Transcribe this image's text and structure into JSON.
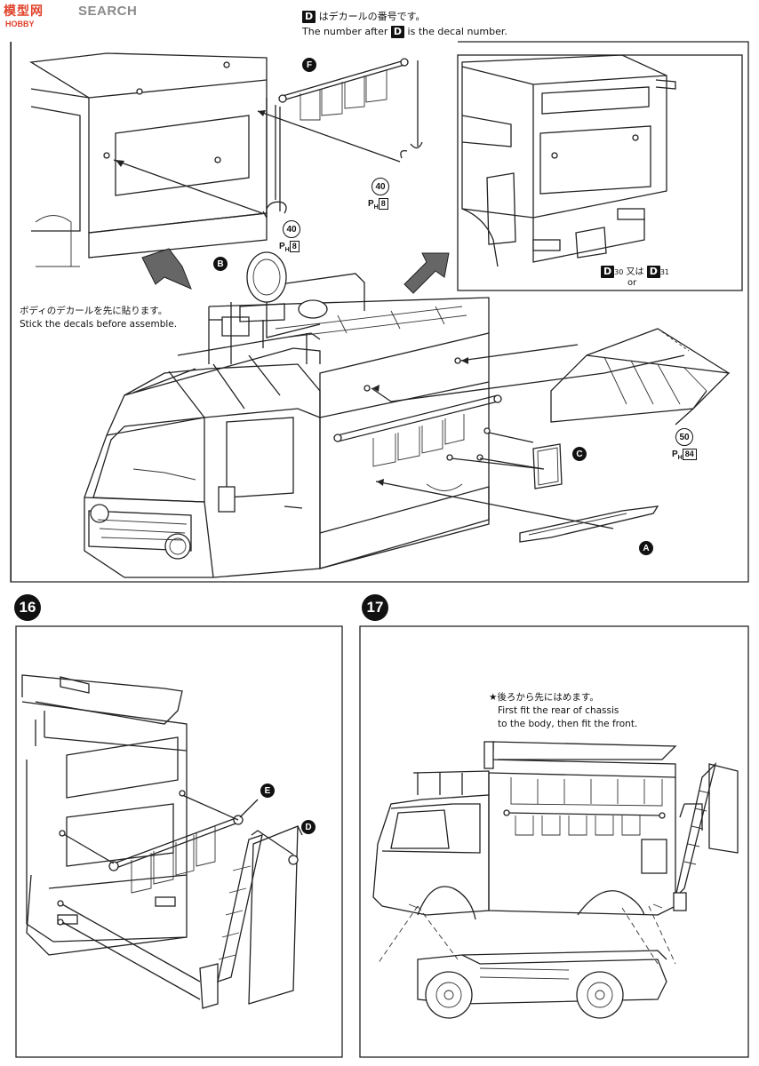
{
  "logo": {
    "brand": "模型网",
    "search": "SEARCH",
    "sub": "HOBBY"
  },
  "decal_note": {
    "ja": "はデカールの番号です。",
    "en_before": "The number after",
    "en_after": "is the decal number.",
    "badge": "D"
  },
  "main_panel": {
    "note_ja": "ボディのデカールを先に貼ります。",
    "note_en": "Stick the decals before assemble.",
    "parts": [
      {
        "id": "F"
      },
      {
        "id": "B"
      },
      {
        "id": "C"
      },
      {
        "id": "A"
      }
    ],
    "part_numbers": [
      {
        "num": "40",
        "ref": "P",
        "sub": "H",
        "box": "8"
      },
      {
        "num": "40",
        "ref": "P",
        "sub": "H",
        "box": "8"
      },
      {
        "num": "50",
        "ref": "P",
        "sub": "H",
        "box": "84"
      }
    ]
  },
  "inset_panel": {
    "decal_a": "30",
    "mid_ja": "又は",
    "decal_b": "31",
    "mid_en": "or",
    "badge": "D"
  },
  "step16": {
    "num": "16",
    "parts": [
      {
        "id": "E"
      },
      {
        "id": "D"
      }
    ]
  },
  "step17": {
    "num": "17",
    "note_ja": "★後ろから先にはめます。",
    "note_en1": "First fit the rear of chassis",
    "note_en2": "to the body, then fit the front."
  }
}
